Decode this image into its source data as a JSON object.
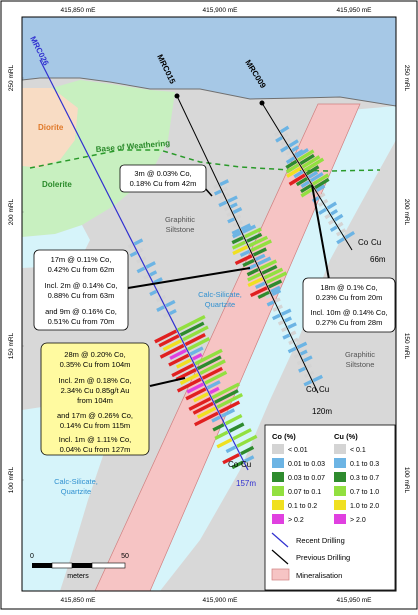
{
  "grid": {
    "eastings": [
      "415,850 mE",
      "415,900 mE",
      "415,950 mE"
    ],
    "rls": [
      "250 mRL",
      "200 mRL",
      "150 mRL",
      "100 mRL"
    ]
  },
  "geology": {
    "diorite": "Diorite",
    "dolerite": "Dolerite",
    "base_weathering": "Base of Weathering",
    "graphitic_siltstone": "Graphitic Siltstone",
    "calc_silicate": "Calc-Silicate, Quartzite"
  },
  "holes": {
    "mrc026": "MRC026",
    "mrc015": "MRC015",
    "mrc009": "MRC009",
    "depth_026": "157m",
    "depth_015": "120m",
    "depth_009": "66m",
    "co": "Co",
    "cu": "Cu"
  },
  "callouts": {
    "c015_top": [
      "3m @ 0.03% Co,",
      "0.18% Cu from 42m"
    ],
    "c015_mid": [
      "17m @ 0.11% Co,",
      "0.42% Cu from 62m",
      "Incl. 2m @ 0.14% Co,",
      "0.88% Cu from 63m",
      "and 9m @ 0.16% Co,",
      "0.51% Cu from 70m"
    ],
    "c009": [
      "18m @ 0.1% Co,",
      "0.23% Cu from 20m",
      "Incl. 10m @ 0.14% Co,",
      "0.27% Cu from 28m"
    ],
    "c026": [
      "28m @ 0.20% Co,",
      "0.35% Cu from 104m",
      "Incl. 2m @ 0.18% Co,",
      "2.34% Cu 0.85g/t Au",
      "from 104m",
      "and 17m @ 0.26% Co,",
      "0.14% Cu  from 115m",
      "Incl. 1m @ 1.11% Co,",
      "0.04% Cu from 127m"
    ]
  },
  "legend": {
    "co_title": "Co (%)",
    "cu_title": "Cu (%)",
    "colors": [
      "#d4d4d4",
      "#6cb4e4",
      "#2e8b2e",
      "#92e040",
      "#f0e020",
      "#e02020",
      "#e040e0"
    ],
    "co_labels": [
      "< 0.01",
      "0.01 to 0.03",
      "0.03 to 0.07",
      "0.07 to 0.1",
      "0.1 to 0.2",
      "> 0.2"
    ],
    "cu_labels": [
      "< 0.1",
      "0.1 to 0.3",
      "0.3 to 0.7",
      "0.7 to 1.0",
      "1.0 to 2.0",
      "> 2.0"
    ],
    "recent_drilling": "Recent Drilling",
    "previous_drilling": "Previous Drilling",
    "mineralisation": "Mineralisation"
  },
  "scale": {
    "zero": "0",
    "fifty": "50",
    "unit": "meters"
  },
  "map_colors": {
    "sky": "#a6c8e6",
    "diorite": "#f8dcc4",
    "dolerite": "#c8f0c0",
    "siltstone": "#d8d8d8",
    "calc_silicate": "#d6f4fa",
    "mineralisation": "#f6c4c4",
    "recent_hole": "#3030d0",
    "previous_hole": "#000000"
  }
}
